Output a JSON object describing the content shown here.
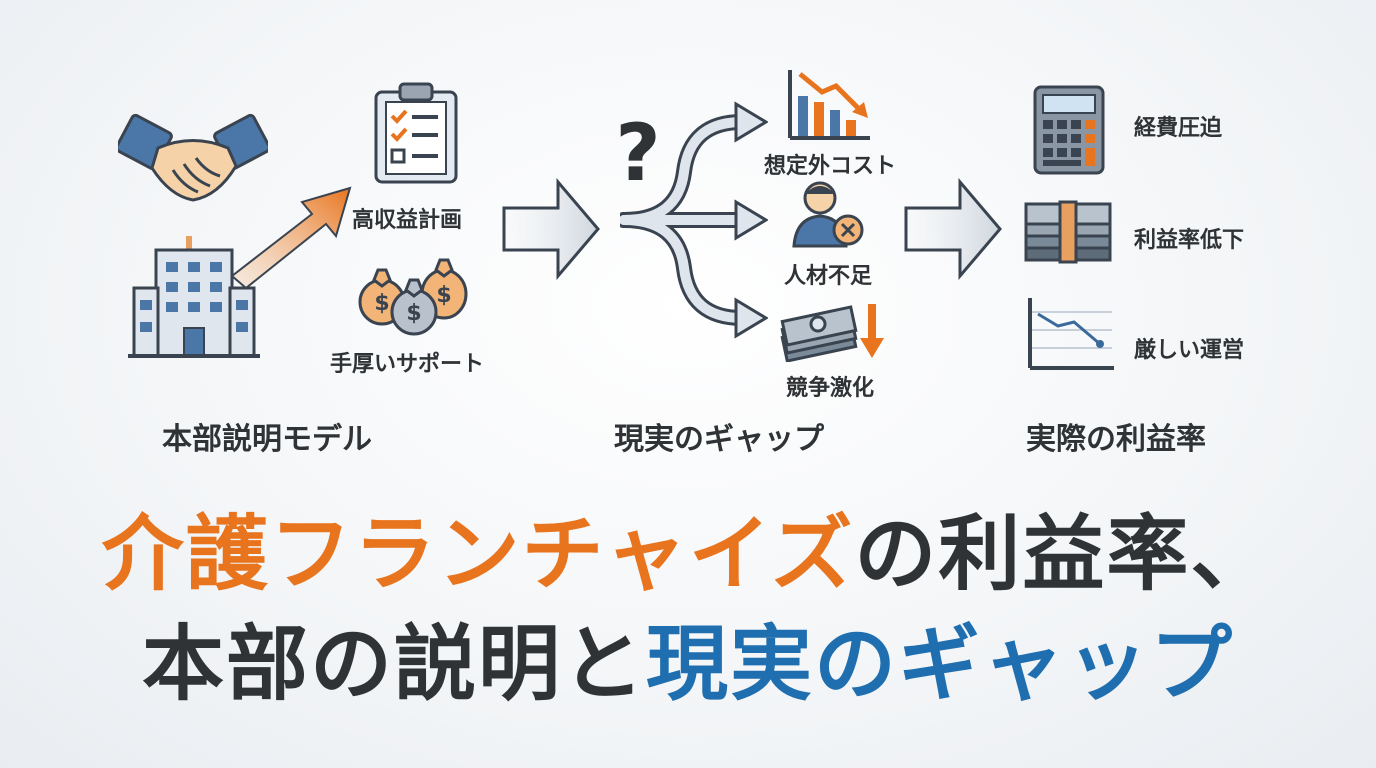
{
  "model": {
    "items": [
      {
        "label": "高収益計画",
        "icon": "clipboard-checklist-icon"
      },
      {
        "label": "手厚いサポート",
        "icon": "money-bags-icon"
      }
    ],
    "caption": "本部説明モデル"
  },
  "gap": {
    "items": [
      {
        "label": "想定外コスト",
        "icon": "declining-chart-icon"
      },
      {
        "label": "人材不足",
        "icon": "person-x-icon"
      },
      {
        "label": "競争激化",
        "icon": "money-down-icon"
      }
    ],
    "caption": "現実のギャップ"
  },
  "actual": {
    "items": [
      {
        "label": "経費圧迫",
        "icon": "calculator-icon"
      },
      {
        "label": "利益率低下",
        "icon": "cash-stack-icon"
      },
      {
        "label": "厳しい運営",
        "icon": "line-chart-down-icon"
      }
    ],
    "caption": "実際の利益率"
  },
  "title": {
    "line1_orange": "介護フランチャイズ",
    "line1_dark": "の利益率、",
    "line2_dark": "本部の説明と",
    "line2_blue": "現実のギャップ"
  },
  "colors": {
    "accent": "#e8741e",
    "blue": "#1f6fb0",
    "dark": "#2f3336",
    "icon_blue": "#4a76a8"
  }
}
